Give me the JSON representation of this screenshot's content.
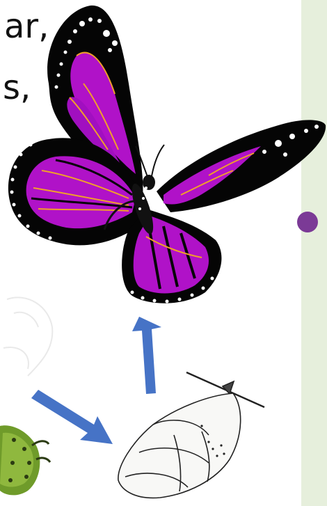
{
  "slide": {
    "text_line_1": "ar,",
    "text_line_2": "s,",
    "panel_color": "#e6efdc",
    "bullet_color": "#7b3a96"
  },
  "illustrations": {
    "butterfly": "monarch-butterfly-purple",
    "chrysalis": "chrysalis-sketch",
    "caterpillar": "caterpillar-partial"
  },
  "colors": {
    "wing_purple": "#b012c8",
    "wing_orange": "#f0a02a",
    "wing_black": "#050505",
    "arrow_blue": "#4673c6"
  }
}
